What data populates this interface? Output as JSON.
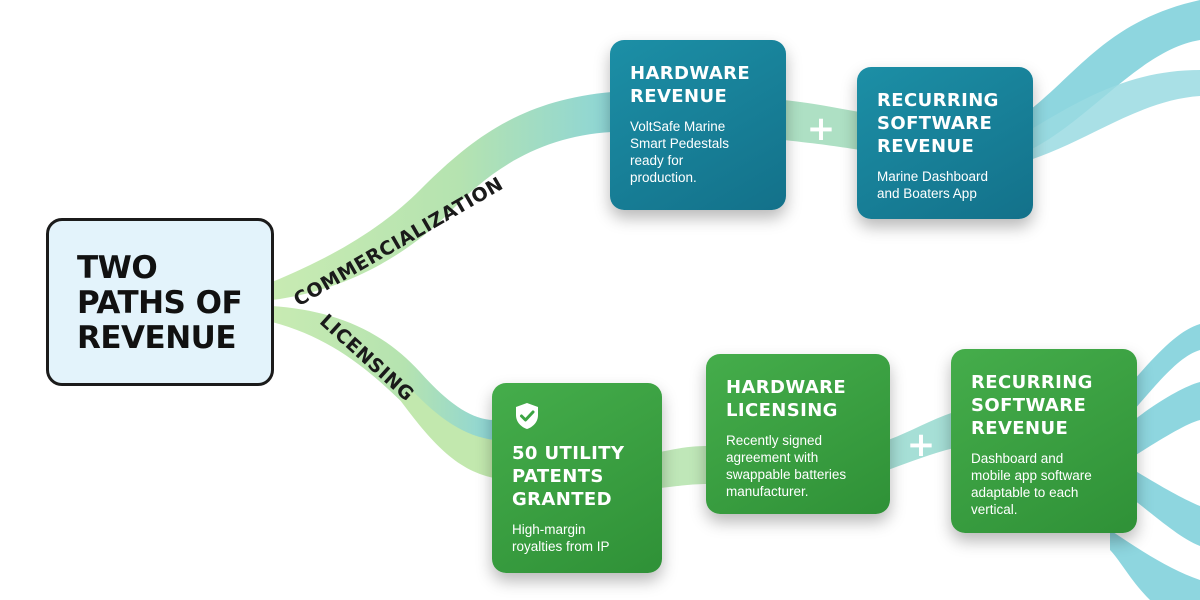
{
  "colors": {
    "teal_card": "#1a86a0",
    "green_card": "#3ca443",
    "green_ribbon": "#b9e3a6",
    "teal_ribbon": "#8ed6df",
    "title_fill": "#e3f3fb"
  },
  "title": {
    "text": "TWO\nPATHS OF\nREVENUE"
  },
  "branches": {
    "top": "COMMERCIALIZATION",
    "bottom": "LICENSING"
  },
  "commercialization": {
    "hardware": {
      "title": "HARDWARE\nREVENUE",
      "desc": "VoltSafe Marine\nSmart Pedestals\nready for\nproduction."
    },
    "plus": "+",
    "software": {
      "title": "RECURRING\nSOFTWARE\nREVENUE",
      "desc": "Marine Dashboard\nand Boaters App"
    }
  },
  "licensing": {
    "patents": {
      "icon": "shield-check-icon",
      "title": "50 UTILITY\nPATENTS\nGRANTED",
      "desc": "High-margin\nroyalties from IP"
    },
    "hardware": {
      "title": "HARDWARE\nLICENSING",
      "desc": "Recently signed\nagreement with\nswappable batteries\nmanufacturer."
    },
    "plus": "+",
    "software": {
      "title": "RECURRING\nSOFTWARE\nREVENUE",
      "desc": "Dashboard and\nmobile app software\nadaptable to each\nvertical."
    }
  }
}
